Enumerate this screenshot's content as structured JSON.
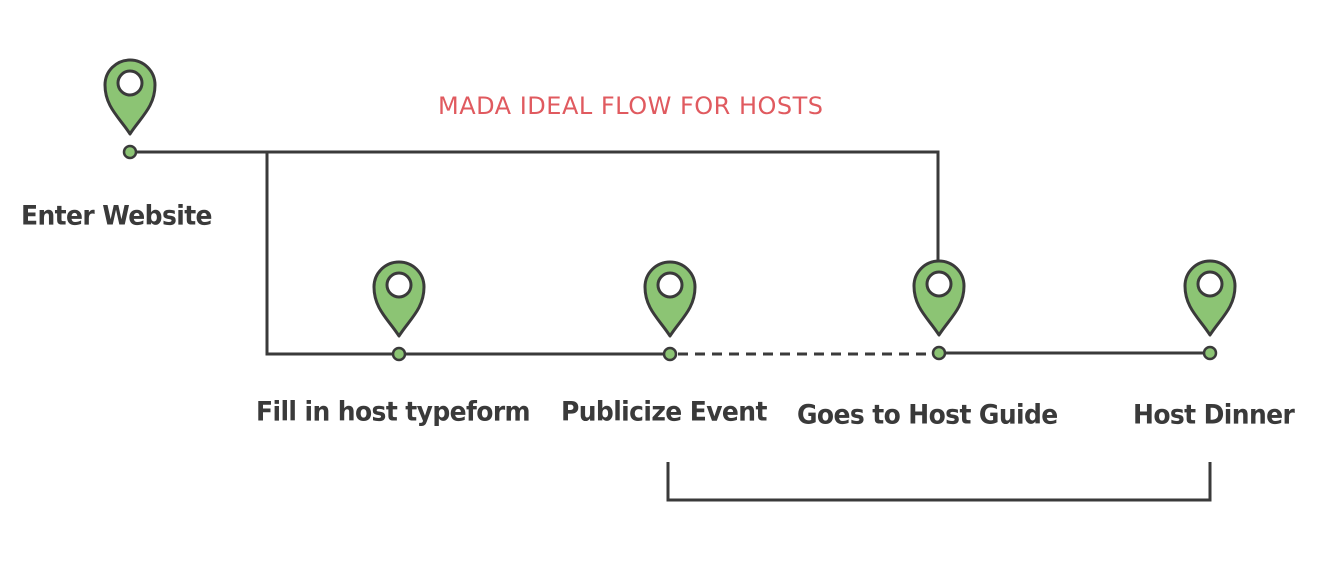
{
  "title": "MADA IDEAL FLOW FOR HOSTS",
  "steps": [
    {
      "label": "Enter Website",
      "icon": "map-pin-icon"
    },
    {
      "label": "Fill in host typeform",
      "icon": "map-pin-icon"
    },
    {
      "label": "Publicize Event",
      "icon": "map-pin-icon"
    },
    {
      "label": "Goes to Host Guide",
      "icon": "map-pin-icon"
    },
    {
      "label": "Host Dinner",
      "icon": "map-pin-icon"
    }
  ],
  "connections": [
    {
      "from": "Enter Website",
      "to": "Fill in host typeform",
      "style": "solid"
    },
    {
      "from": "Enter Website",
      "to": "Goes to Host Guide",
      "style": "solid"
    },
    {
      "from": "Fill in host typeform",
      "to": "Publicize Event",
      "style": "solid"
    },
    {
      "from": "Publicize Event",
      "to": "Goes to Host Guide",
      "style": "dashed"
    },
    {
      "from": "Goes to Host Guide",
      "to": "Host Dinner",
      "style": "solid"
    },
    {
      "from": "Publicize Event",
      "to": "Host Dinner",
      "style": "solid"
    }
  ],
  "colors": {
    "title": "#e05a5f",
    "text": "#3a3a3a",
    "line": "#3a3a3a",
    "pin_fill": "#8cc474",
    "pin_stroke": "#3a3a3a",
    "pin_hole": "#ffffff"
  }
}
